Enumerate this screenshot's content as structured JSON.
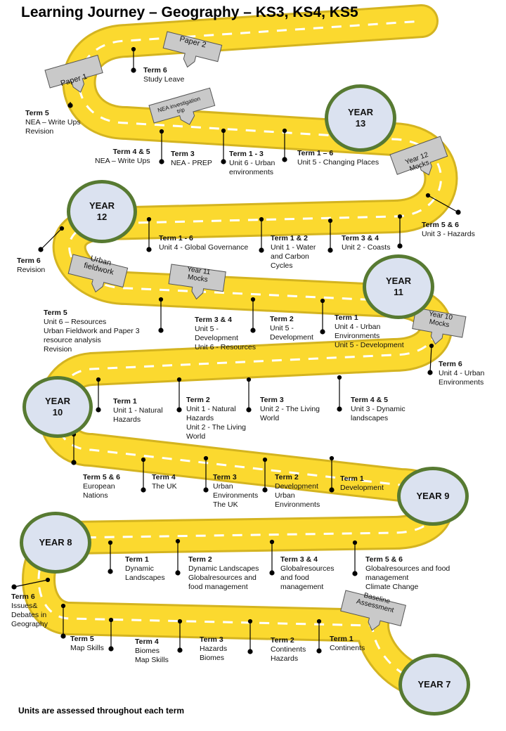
{
  "title": "Learning Journey – Geography – KS3, KS4, KS5",
  "footer": "Units are assessed throughout each term",
  "colors": {
    "road": "#fbd92f",
    "road_edge": "#d4b420",
    "dash": "#ffffff",
    "circle_fill": "#dbe2f0",
    "circle_border": "#577a32",
    "tag_fill": "#c9c9c9"
  },
  "years": {
    "y13": {
      "line1": "YEAR",
      "line2": "13"
    },
    "y12": {
      "line1": "YEAR",
      "line2": "12"
    },
    "y11": {
      "line1": "YEAR",
      "line2": "11"
    },
    "y10": {
      "line1": "YEAR",
      "line2": "10"
    },
    "y9": {
      "line1": "YEAR 9"
    },
    "y8": {
      "line1": "YEAR 8"
    },
    "y7": {
      "line1": "YEAR 7"
    }
  },
  "tags": {
    "paper2": "Paper 2",
    "paper1": "Paper 1",
    "nea_line1": "NEA investigation",
    "nea_line2": "trip",
    "y12mocks_line1": "Year 12",
    "y12mocks_line2": "Mocks",
    "urban_line1": "Urban",
    "urban_line2": "fieldwork",
    "y11mocks_line1": "Year 11",
    "y11mocks_line2": "Mocks",
    "y10mocks_line1": "Year 10",
    "y10mocks_line2": "Mocks",
    "baseline_line1": "Baseline",
    "baseline_line2": "Assessment"
  },
  "ks5": {
    "t6_study": {
      "term": "Term 6",
      "l1": "Study Leave"
    },
    "t5_nea": {
      "term": "Term 5",
      "l1": "NEA – Write Ups",
      "l2": "Revision"
    },
    "t45_nea": {
      "term": "Term 4 & 5",
      "l1": "NEA – Write Ups"
    },
    "t3_prep": {
      "term": "Term 3",
      "l1": "NEA - PREP"
    },
    "t13_urban": {
      "term": "Term 1 - 3",
      "l1": "Unit 6 - Urban",
      "l2": "environments"
    },
    "t16_changing": {
      "term": "Term 1 – 6",
      "l1": "Unit 5 - Changing Places"
    },
    "t56_hazards": {
      "term": "Term 5 & 6",
      "l1": "Unit 3 - Hazards"
    },
    "t16_global": {
      "term": "Term 1 - 6",
      "l1": "Unit 4 - Global Governance"
    },
    "t12_water": {
      "term": "Term 1 & 2",
      "l1": "Unit 1 - Water",
      "l2": "and Carbon",
      "l3": "Cycles"
    },
    "t34_coasts": {
      "term": "Term 3 & 4",
      "l1": "Unit 2 - Coasts"
    },
    "t6_revision": {
      "term": "Term 6",
      "l1": "Revision"
    }
  },
  "ks4": {
    "y11_t5": {
      "term": "Term 5",
      "l1": "Unit 6 – Resources",
      "l2": "Urban Fieldwork and Paper 3",
      "l3": "resource analysis",
      "l4": "Revision"
    },
    "y11_t34": {
      "term": "Term 3 & 4",
      "l1": "Unit 5 -",
      "l2": "Development",
      "l3": "Unit 6 - Resources"
    },
    "y11_t2": {
      "term": "Term 2",
      "l1": "Unit 5 -",
      "l2": "Development"
    },
    "y11_t1": {
      "term": "Term 1",
      "l1": "Unit 4 - Urban",
      "l2": "Environments",
      "l3": "Unit 5 - Development"
    },
    "y10_t6": {
      "term": "Term 6",
      "l1": "Unit 4 - Urban",
      "l2": "Environments"
    },
    "y10_t1": {
      "term": "Term 1",
      "l1": "Unit 1 - Natural",
      "l2": "Hazards"
    },
    "y10_t2": {
      "term": "Term 2",
      "l1": "Unit 1 - Natural",
      "l2": "Hazards",
      "l3": "Unit 2 - The Living",
      "l4": "World"
    },
    "y10_t3": {
      "term": "Term 3",
      "l1": "Unit 2 - The Living",
      "l2": "World"
    },
    "y10_t45": {
      "term": "Term 4 & 5",
      "l1": "Unit 3 - Dynamic",
      "l2": "landscapes"
    }
  },
  "ks3": {
    "y9_t56": {
      "term": "Term 5 & 6",
      "l1": "European",
      "l2": "Nations"
    },
    "y9_t4": {
      "term": "Term 4",
      "l1": "The UK"
    },
    "y9_t3": {
      "term": "Term 3",
      "l1": "Urban",
      "l2": "Environments",
      "l3": "The UK"
    },
    "y9_t2": {
      "term": "Term 2",
      "l1": "Development",
      "l2": "Urban",
      "l3": "Environments"
    },
    "y9_t1": {
      "term": "Term 1",
      "l1": "Development"
    },
    "y8_t1": {
      "term": "Term 1",
      "l1": "Dynamic",
      "l2": "Landscapes"
    },
    "y8_t2": {
      "term": "Term 2",
      "l1": "Dynamic Landscapes",
      "l2": "Globalresources and",
      "l3": "food management"
    },
    "y8_t34": {
      "term": "Term 3 & 4",
      "l1": "Globalresources",
      "l2": "and food",
      "l3": "management"
    },
    "y8_t56": {
      "term": "Term 5 & 6",
      "l1": "Globalresources and food",
      "l2": "management",
      "l3": "Climate Change"
    },
    "y8_t6": {
      "term": "Term 6",
      "l1": "Issues&",
      "l2": "Debates in",
      "l3": "Geography"
    },
    "y7_t5": {
      "term": "Term 5",
      "l1": "Map Skills"
    },
    "y7_t4": {
      "term": "Term 4",
      "l1": "Biomes",
      "l2": "Map Skills"
    },
    "y7_t3": {
      "term": "Term 3",
      "l1": "Hazards",
      "l2": "Biomes"
    },
    "y7_t2": {
      "term": "Term 2",
      "l1": "Continents",
      "l2": "Hazards"
    },
    "y7_t1": {
      "term": "Term 1",
      "l1": "Continents"
    }
  }
}
